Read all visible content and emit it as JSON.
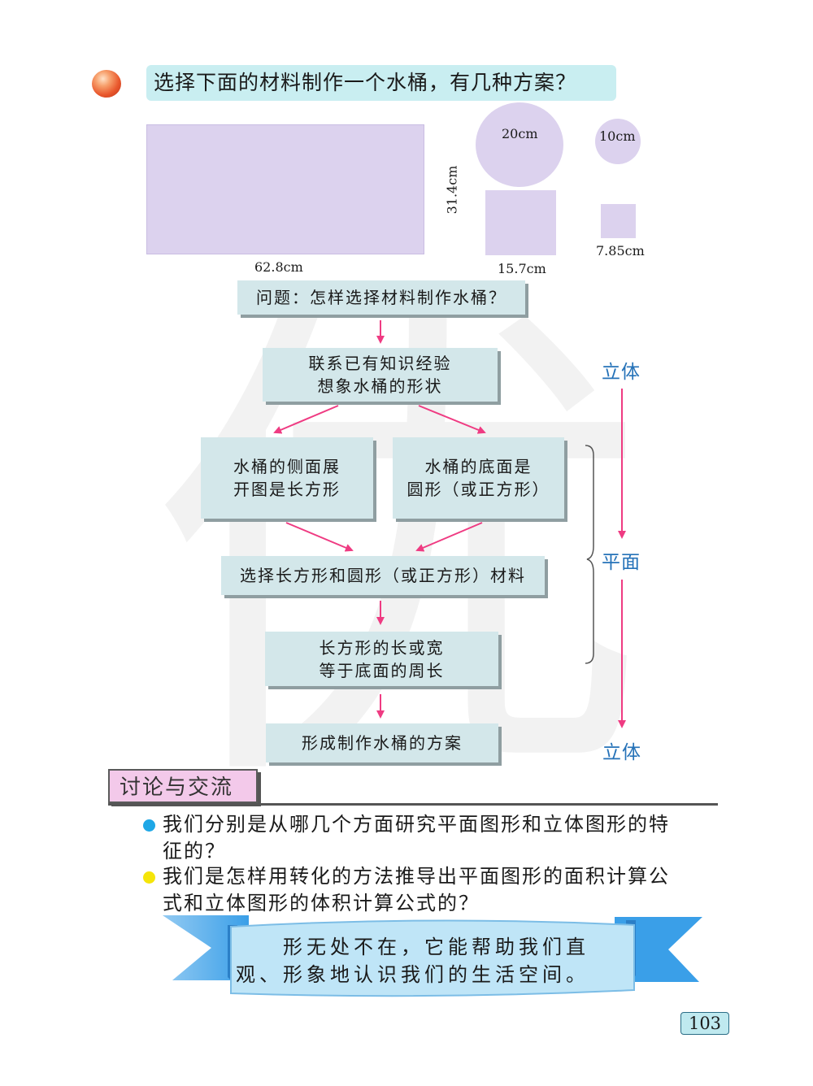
{
  "title": "选择下面的材料制作一个水桶，有几种方案？",
  "materials": {
    "rect_length": "62.8cm",
    "rect_width": "31.4cm",
    "circle_large": "20cm",
    "square_large": "15.7cm",
    "circle_small": "10cm",
    "square_small": "7.85cm"
  },
  "flow": {
    "question": "问题：怎样选择材料制作水桶？",
    "step1": [
      "联系已有知识经验",
      "想象水桶的形状"
    ],
    "step2_left": [
      "水桶的侧面展",
      "开图是长方形"
    ],
    "step2_right": [
      "水桶的底面是",
      "圆形（或正方形）"
    ],
    "step3": "选择长方形和圆形（或正方形）材料",
    "step4": [
      "长方形的长或宽",
      "等于底面的周长"
    ],
    "step5": "形成制作水桶的方案"
  },
  "side_labels": {
    "top": "立体",
    "middle": "平面",
    "bottom": "立体"
  },
  "colors": {
    "arrow": "#ef3b82",
    "side_label": "#2572b8",
    "box_fill": "#d3e7ea",
    "title_fill": "#c9eef1",
    "material_fill": "#dcd2ee"
  },
  "discussion": {
    "tag": "讨论与交流",
    "items": [
      {
        "color": "#1ea7e6",
        "lines": [
          "我们分别是从哪几个方面研究平面图形和立体图形的特",
          "征的？"
        ]
      },
      {
        "color": "#f5e50a",
        "lines": [
          "我们是怎样用转化的方法推导出平面图形的面积计算公",
          "式和立体图形的体积计算公式的？"
        ]
      }
    ]
  },
  "banner": [
    "形无处不在，它能帮助我们直",
    "观、形象地认识我们的生活空间。"
  ],
  "page_number": "103"
}
